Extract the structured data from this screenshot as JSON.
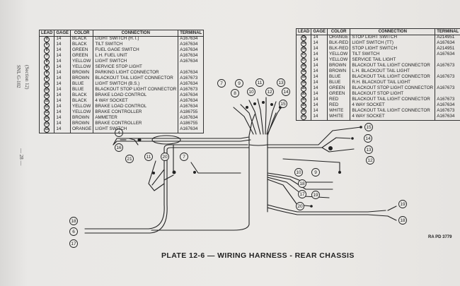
{
  "caption": "PLATE 12-6 — WIRING HARNESS - REAR CHASSIS",
  "reference": "RA PD 3779",
  "margin_notes": {
    "section": "(Section 12)",
    "snl": "SNL G-102",
    "page_number": "— 28 —"
  },
  "table_left": {
    "headers": [
      "LEAD",
      "GAGE",
      "COLOR",
      "CONNECTION",
      "TERMINAL"
    ],
    "rows": [
      {
        "lead": "4",
        "gage": "14",
        "color": "BLACK",
        "connection": "LIGHT SWITCH (H.T.)",
        "terminal": "A167634"
      },
      {
        "lead": "5",
        "gage": "14",
        "color": "BLACK",
        "connection": "TILT SWITCH",
        "terminal": "A167634"
      },
      {
        "lead": "6",
        "gage": "14",
        "color": "GREEN",
        "connection": "FUEL GAGE SWITCH",
        "terminal": "A167634"
      },
      {
        "lead": "7",
        "gage": "14",
        "color": "GREEN",
        "connection": "L.H. FUEL UNIT",
        "terminal": "A167634"
      },
      {
        "lead": "8",
        "gage": "14",
        "color": "YELLOW",
        "connection": "LIGHT SWITCH",
        "terminal": "A167634"
      },
      {
        "lead": "8",
        "gage": "14",
        "color": "YELLOW",
        "connection": "SERVICE STOP LIGHT",
        "terminal": ""
      },
      {
        "lead": "9",
        "gage": "14",
        "color": "BROWN",
        "connection": "PARKING LIGHT CONNECTOR",
        "terminal": "A167634"
      },
      {
        "lead": "9",
        "gage": "14",
        "color": "BROWN",
        "connection": "BLACKOUT TAIL LIGHT CONNECTOR",
        "terminal": "A167673"
      },
      {
        "lead": "10",
        "gage": "14",
        "color": "BLUE",
        "connection": "LIGHT SWITCH (B.S.)",
        "terminal": "A167634"
      },
      {
        "lead": "10",
        "gage": "14",
        "color": "BLUE",
        "connection": "BLACKOUT STOP LIGHT CONNECTOR",
        "terminal": "A167673"
      },
      {
        "lead": "11",
        "gage": "14",
        "color": "BLACK",
        "connection": "BRAKE LOAD CONTROL",
        "terminal": "A167634"
      },
      {
        "lead": "11",
        "gage": "14",
        "color": "BLACK",
        "connection": "4 WAY SOCKET",
        "terminal": "A167634"
      },
      {
        "lead": "12",
        "gage": "14",
        "color": "YELLOW",
        "connection": "BRAKE LOAD CONTROL",
        "terminal": "A167634"
      },
      {
        "lead": "12",
        "gage": "14",
        "color": "YELLOW",
        "connection": "BRAKE CONTROLLER",
        "terminal": "A186755"
      },
      {
        "lead": "13",
        "gage": "14",
        "color": "BROWN",
        "connection": "AMMETER",
        "terminal": "A167634"
      },
      {
        "lead": "13",
        "gage": "14",
        "color": "BROWN",
        "connection": "BRAKE CONTROLLER",
        "terminal": "A186755"
      },
      {
        "lead": "14",
        "gage": "14",
        "color": "ORANGE",
        "connection": "LIGHT SWITCH",
        "terminal": "A167634"
      }
    ]
  },
  "table_right": {
    "headers": [
      "LEAD",
      "GAGE",
      "COLOR",
      "CONNECTION",
      "TERMINAL"
    ],
    "rows": [
      {
        "lead": "14",
        "gage": "14",
        "color": "ORANGE",
        "connection": "STOP LIGHT SWITCH",
        "terminal": "A214951"
      },
      {
        "lead": "15",
        "gage": "14",
        "color": "BLK-RED",
        "connection": "LIGHT SWITCH (TT)",
        "terminal": "A167634"
      },
      {
        "lead": "16",
        "gage": "14",
        "color": "BLK-RED",
        "connection": "STOP LIGHT SWITCH",
        "terminal": "A214951"
      },
      {
        "lead": "17",
        "gage": "14",
        "color": "YELLOW",
        "connection": "TILT SWITCH",
        "terminal": "A167634"
      },
      {
        "lead": "17",
        "gage": "14",
        "color": "YELLOW",
        "connection": "SERVICE TAIL LIGHT",
        "terminal": ""
      },
      {
        "lead": "18",
        "gage": "14",
        "color": "BROWN",
        "connection": "BLACKOUT TAIL LIGHT CONNECTOR",
        "terminal": "A167673"
      },
      {
        "lead": "18",
        "gage": "14",
        "color": "BROWN",
        "connection": "L.H. BLACKOUT TAIL LIGHT",
        "terminal": ""
      },
      {
        "lead": "19",
        "gage": "14",
        "color": "BLUE",
        "connection": "BLACKOUT TAIL LIGHT CONNECTOR",
        "terminal": "A167673"
      },
      {
        "lead": "19",
        "gage": "14",
        "color": "BLUE",
        "connection": "R.H. BLACKOUT TAIL LIGHT",
        "terminal": ""
      },
      {
        "lead": "20",
        "gage": "14",
        "color": "GREEN",
        "connection": "BLACKOUT STOP LIGHT CONNECTOR",
        "terminal": "A167673"
      },
      {
        "lead": "20",
        "gage": "14",
        "color": "GREEN",
        "connection": "BLACKOUT STOP LIGHT",
        "terminal": ""
      },
      {
        "lead": "20",
        "gage": "14",
        "color": "RED",
        "connection": "BLACKOUT TAIL LIGHT CONNECTOR",
        "terminal": "A167673"
      },
      {
        "lead": "20",
        "gage": "14",
        "color": "RED",
        "connection": "4 WAY SOCKET",
        "terminal": "A167634"
      },
      {
        "lead": "21",
        "gage": "14",
        "color": "WHITE",
        "connection": "BLACKOUT TAIL LIGHT CONNECTOR",
        "terminal": "A167673"
      },
      {
        "lead": "21",
        "gage": "14",
        "color": "WHITE",
        "connection": "4 WAY SOCKET",
        "terminal": "A167634"
      }
    ]
  },
  "callouts": {
    "top_fan": [
      "7",
      "9",
      "11",
      "13",
      "8",
      "10",
      "12",
      "14",
      "15"
    ],
    "left_branch": [
      "4",
      "16",
      "21",
      "11",
      "20",
      "7"
    ],
    "right_upper": [
      "15",
      "14",
      "13",
      "12"
    ],
    "right_fan": [
      "10",
      "9",
      "18",
      "17",
      "19",
      "20"
    ],
    "tail": [
      "19",
      "18"
    ],
    "bottom_left": [
      "18",
      "6",
      "17"
    ]
  }
}
